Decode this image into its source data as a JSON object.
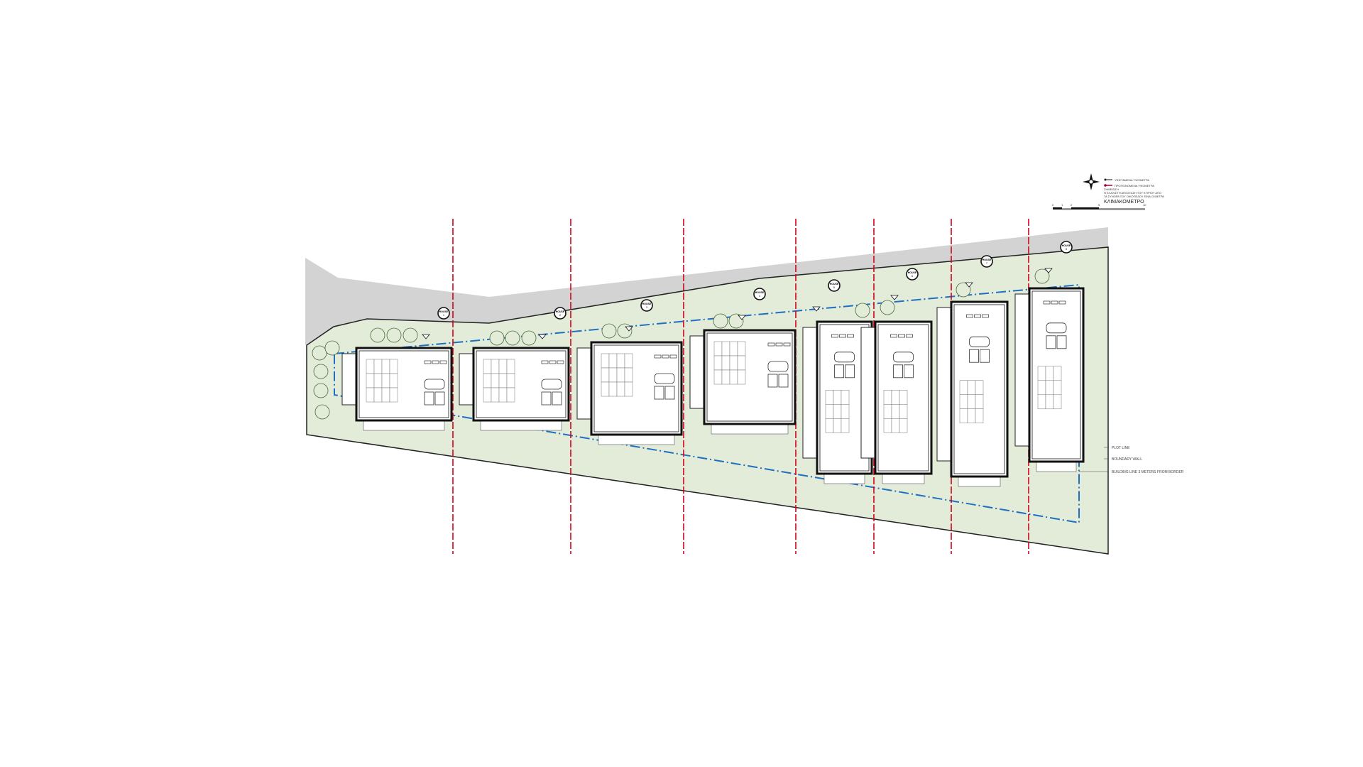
{
  "legend": {
    "existing_levels": "ΥΦΙΣΤΑΜΕΝΑ ΥΨΟΜΕΤΡΑ",
    "proposed_levels": "ΠΡΟΤΕΙΝΟΜΕΝΑ ΥΨΟΜΕΤΡΑ",
    "note_title": "ΣΗΜΕΙΩΣΗ",
    "note_line1": "Η ΕΛΑΧΙΣΤΗ ΑΠΟΣΤΑΣΗ ΤΟΥ ΚΤΙΡΙΟΥ ΑΠΟ",
    "note_line2": "ΤΑ ΣΥΝΟΡΑ ΤΟΥ ΟΙΚΟΠΕΔΟΥ ΕΙΝΑΙ 3 ΜΕΤΡΑ",
    "scale_title": "ΚΛΙΜΑΚΟΜΕΤΡΟ",
    "scale_ticks": [
      "0",
      "1",
      "2",
      "5",
      "10"
    ]
  },
  "annotations": {
    "plot_line": "PLOT LINE",
    "boundary_wall": "BOUNDARY WALL",
    "building_line": "BUILDING LINE 3 METERS FROM BORDER"
  },
  "houses": [
    {
      "label": "HOUSE",
      "number": "1"
    },
    {
      "label": "HOUSE",
      "number": "2"
    },
    {
      "label": "HOUSE",
      "number": "3"
    },
    {
      "label": "HOUSE",
      "number": "4"
    },
    {
      "label": "HOUSE",
      "number": "5"
    },
    {
      "label": "HOUSE",
      "number": "6"
    },
    {
      "label": "HOUSE",
      "number": "7"
    },
    {
      "label": "HOUSE",
      "number": "8"
    }
  ],
  "colors": {
    "road": "#d3d3d3",
    "green": "#e3ecd9",
    "section_line": "#d0021b",
    "building_line": "#1f6fc0"
  }
}
